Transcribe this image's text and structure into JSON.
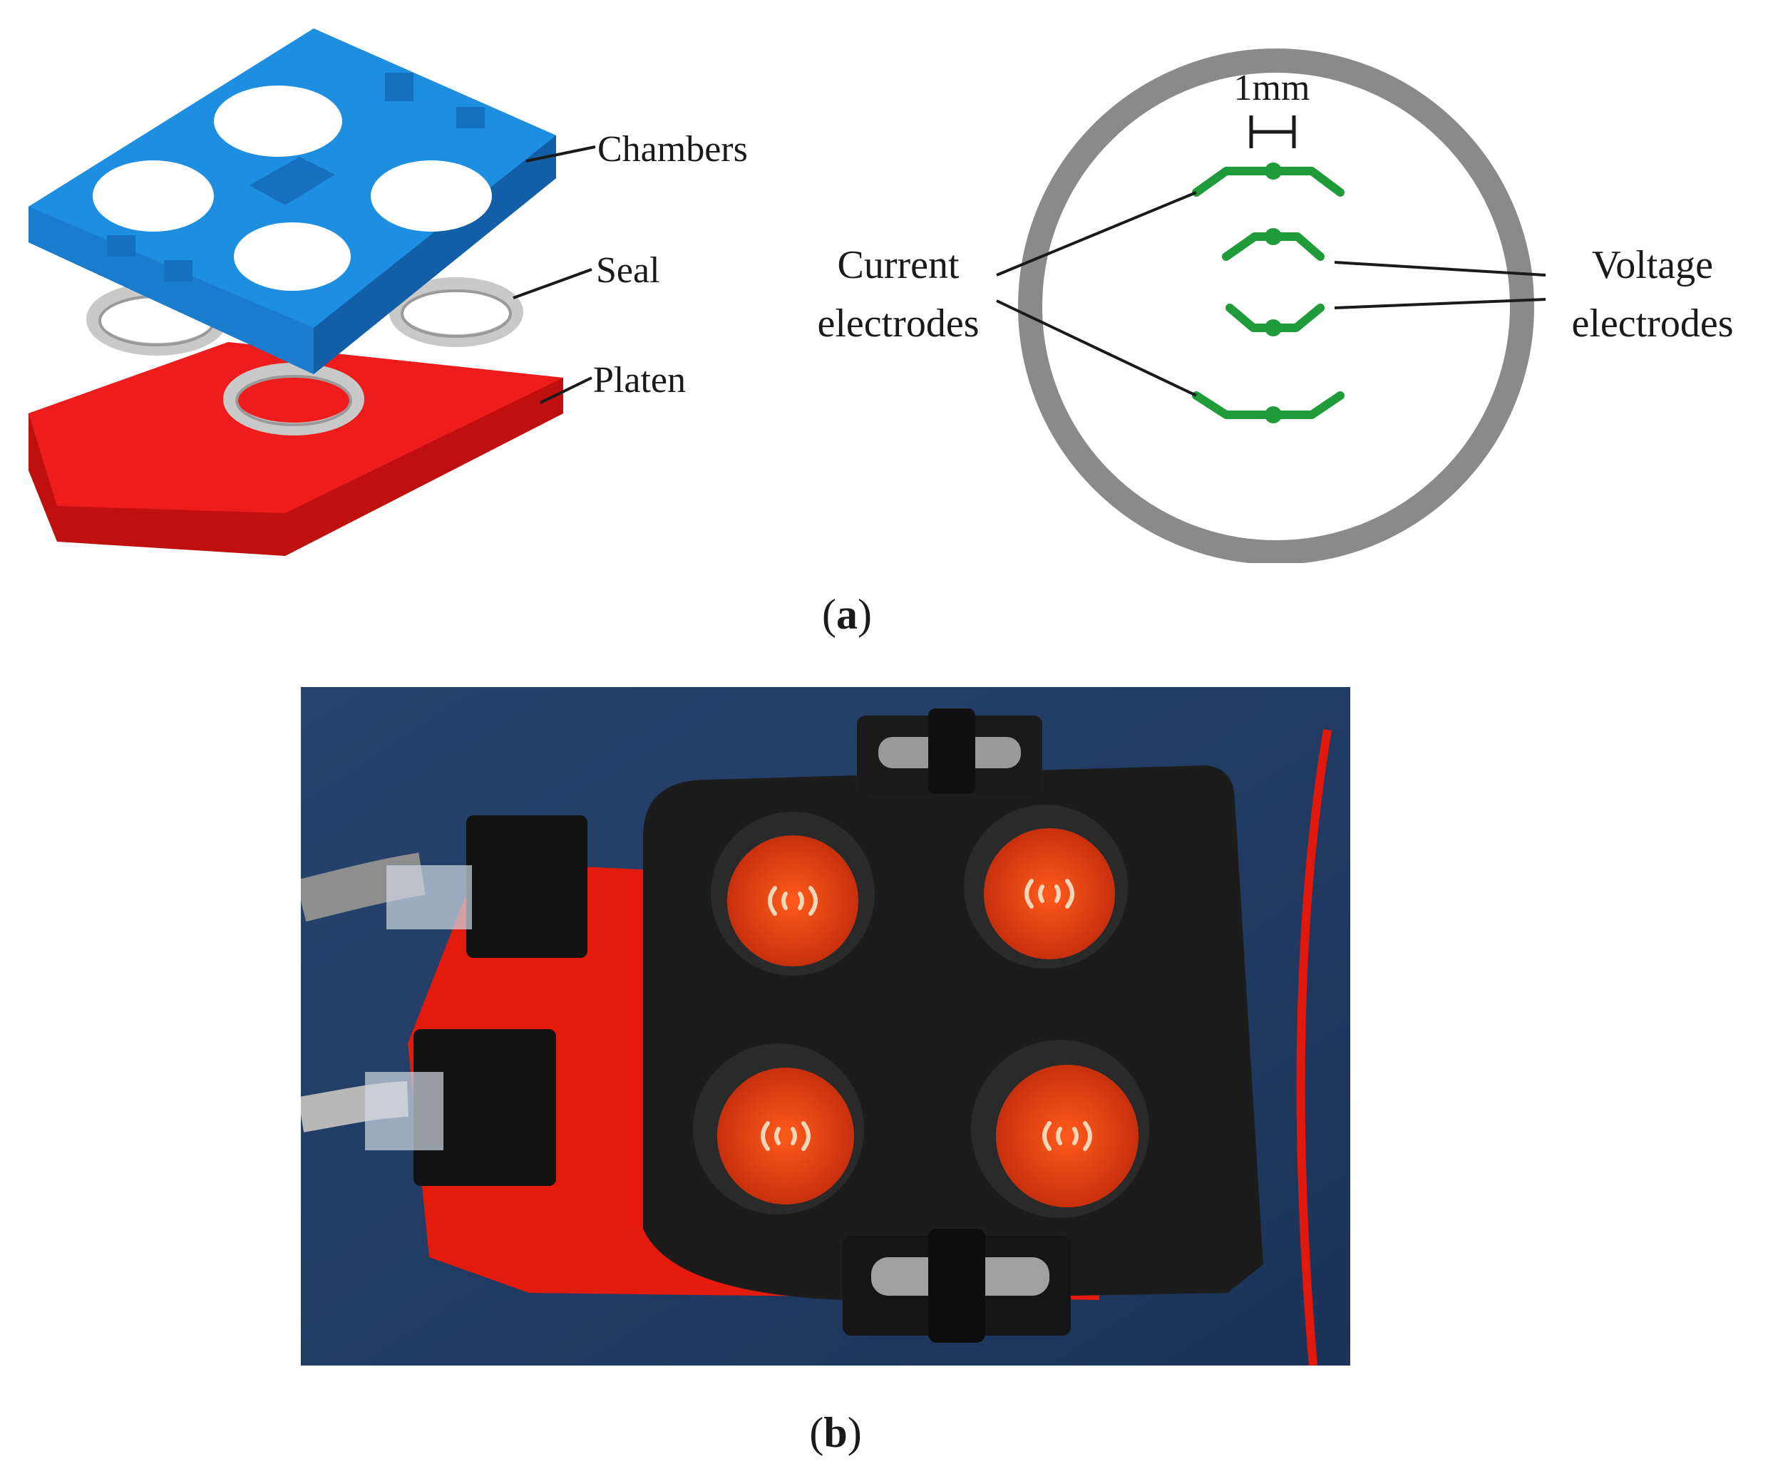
{
  "figure": {
    "panel_a": {
      "caption_letter": "a",
      "exploded_view": {
        "labels": {
          "chambers": "Chambers",
          "seal": "Seal",
          "platen": "Platen"
        },
        "colors": {
          "chambers": "#1e8fe0",
          "seal": "#c9c9c9",
          "platen": "#ee1c1c"
        }
      },
      "electrode_layout": {
        "scale_label": "1mm",
        "current_label_line1": "Current",
        "current_label_line2": "electrodes",
        "voltage_label_line1": "Voltage",
        "voltage_label_line2": "electrodes",
        "colors": {
          "ring": "#8a8a8a",
          "electrode": "#1f9b3a"
        }
      }
    },
    "panel_b": {
      "caption_letter": "b"
    }
  }
}
